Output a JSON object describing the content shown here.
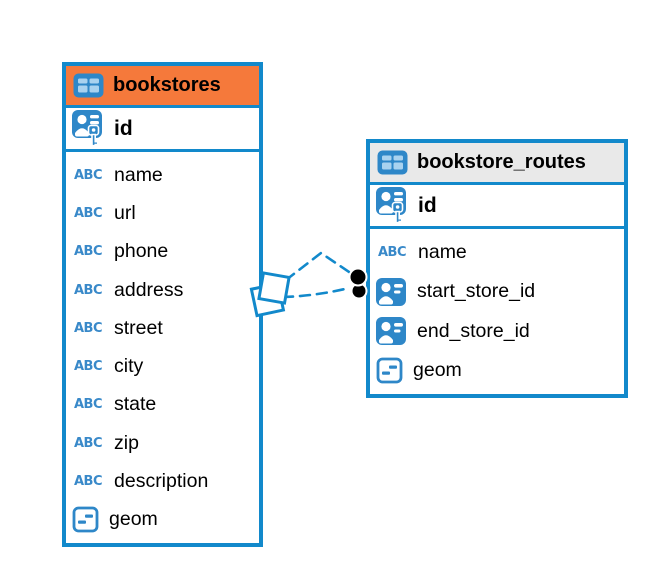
{
  "colors": {
    "table_border": "#1289CB",
    "bookstores_header_bg": "#F5793B",
    "routes_header_bg": "#E9E9E9",
    "icon_blue": "#2E87C8",
    "icon_cell_blue": "#A9D2EF",
    "relationship_line": "#1289CB",
    "endpoint_dot": "#000000"
  },
  "tables": [
    {
      "name": "bookstores",
      "header_icon": "table-icon",
      "primary_key": {
        "label": "id",
        "icon": "primary-key-icon"
      },
      "columns": [
        {
          "label": "name",
          "icon": "text-type-icon"
        },
        {
          "label": "url",
          "icon": "text-type-icon"
        },
        {
          "label": "phone",
          "icon": "text-type-icon"
        },
        {
          "label": "address",
          "icon": "text-type-icon"
        },
        {
          "label": "street",
          "icon": "text-type-icon"
        },
        {
          "label": "city",
          "icon": "text-type-icon"
        },
        {
          "label": "state",
          "icon": "text-type-icon"
        },
        {
          "label": "zip",
          "icon": "text-type-icon"
        },
        {
          "label": "description",
          "icon": "text-type-icon"
        },
        {
          "label": "geom",
          "icon": "geometry-type-icon"
        }
      ]
    },
    {
      "name": "bookstore_routes",
      "header_icon": "table-icon",
      "primary_key": {
        "label": "id",
        "icon": "primary-key-icon"
      },
      "columns": [
        {
          "label": "name",
          "icon": "text-type-icon"
        },
        {
          "label": "start_store_id",
          "icon": "foreign-key-icon"
        },
        {
          "label": "end_store_id",
          "icon": "foreign-key-icon"
        },
        {
          "label": "geom",
          "icon": "geometry-type-icon"
        }
      ]
    }
  ],
  "relationships": [
    {
      "from_table": "bookstore_routes",
      "from_column": "start_store_id",
      "to_table": "bookstores",
      "to_column": "id",
      "style": "dashed"
    },
    {
      "from_table": "bookstore_routes",
      "from_column": "end_store_id",
      "to_table": "bookstores",
      "to_column": "id",
      "style": "dashed"
    }
  ]
}
